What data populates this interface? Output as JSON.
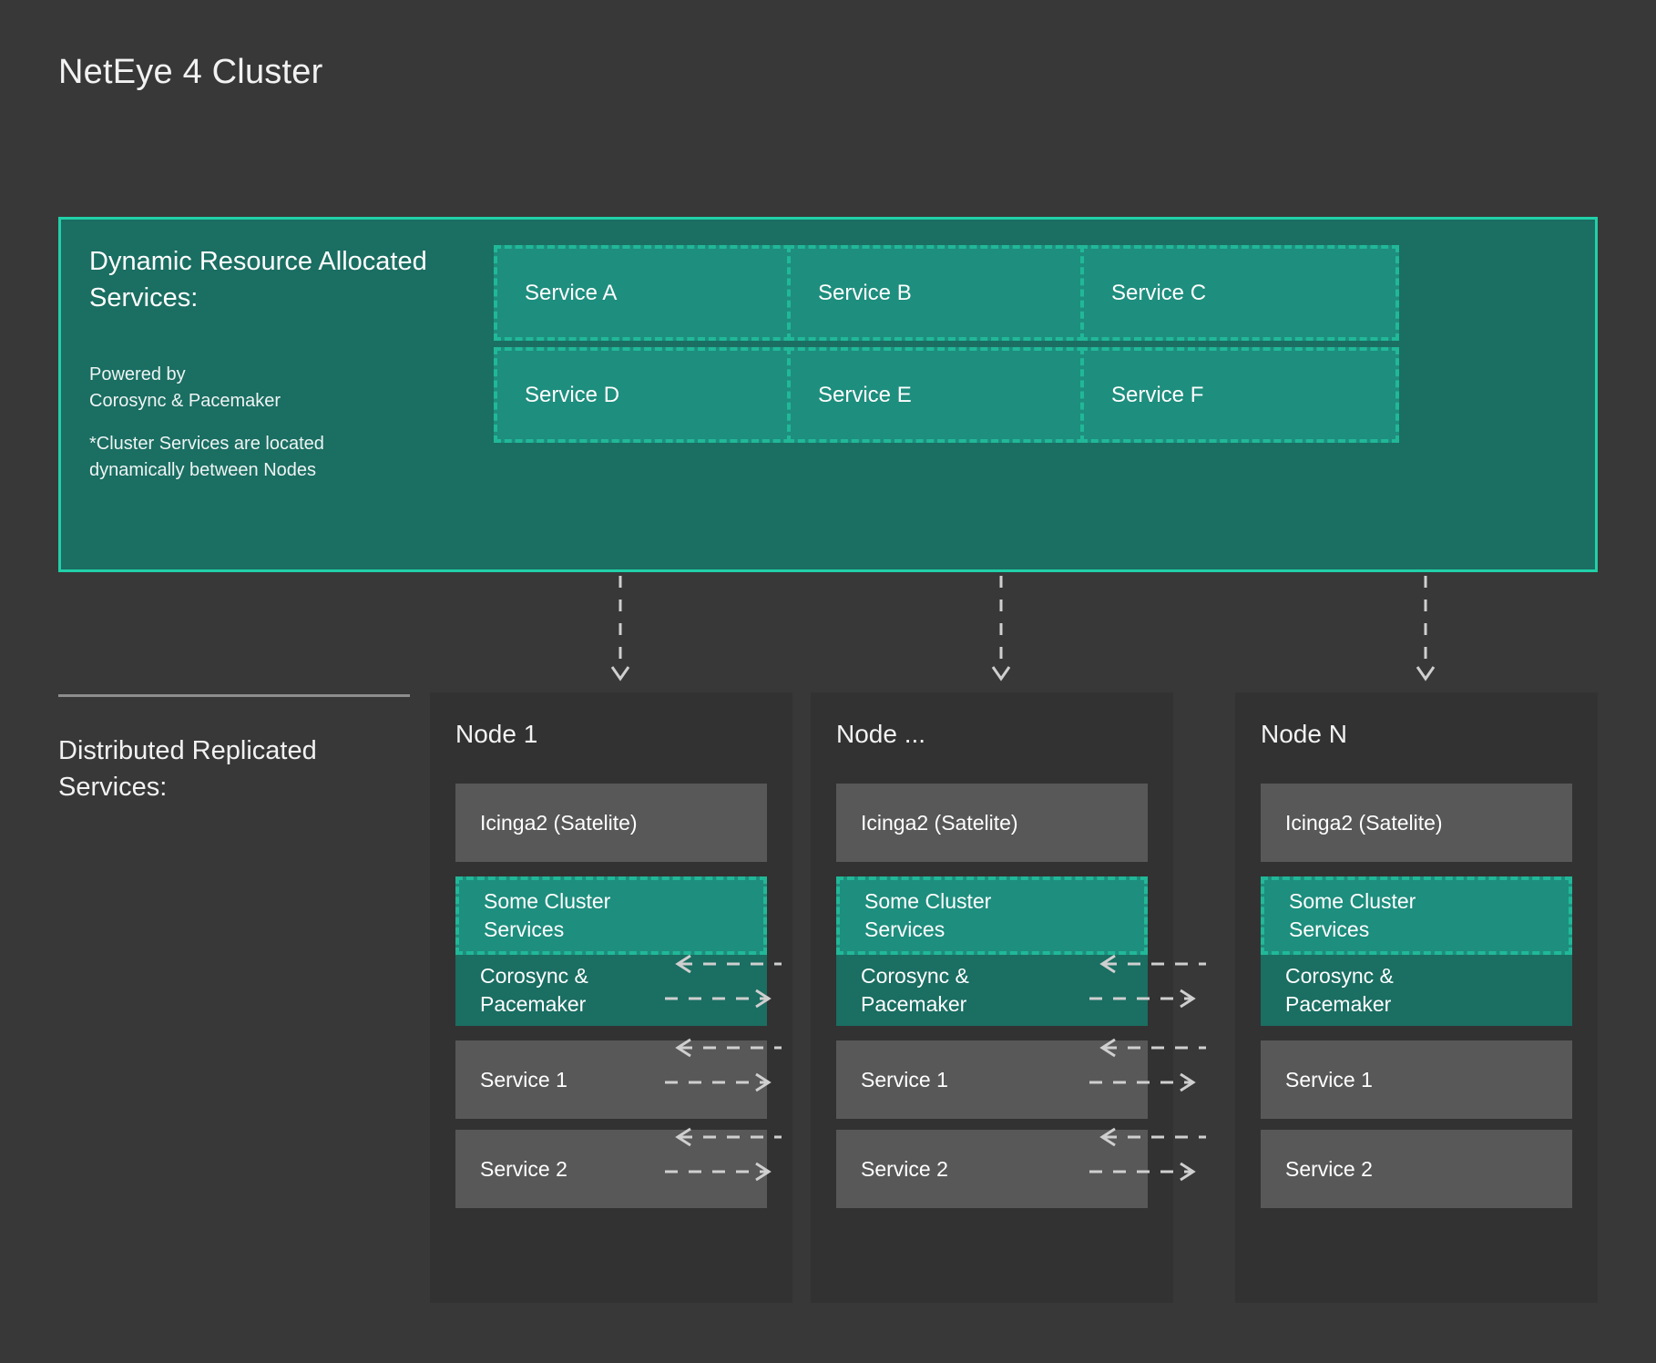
{
  "page": {
    "title": "NetEye 4 Cluster",
    "background_color": "#383838"
  },
  "colors": {
    "panel_fill": "#1a6e62",
    "panel_border": "#21d0a8",
    "service_fill": "#1e8e7e",
    "service_dash": "#21b898",
    "row_grey": "#585858",
    "node_panel": "#323232",
    "divider": "#8d8d8d",
    "text": "#ffffff",
    "arrow": "#cfcfcf"
  },
  "dynamic_panel": {
    "heading": "Dynamic Resource Allocated\nServices:",
    "powered_by": "Powered by\nCorosync & Pacemaker",
    "note": "*Cluster Services are located\ndynamically between Nodes",
    "services": [
      {
        "label": "Service A"
      },
      {
        "label": "Service B"
      },
      {
        "label": "Service C"
      },
      {
        "label": "Service D"
      },
      {
        "label": "Service E"
      },
      {
        "label": "Service F"
      }
    ]
  },
  "replicated_section": {
    "heading": "Distributed Replicated\nServices:"
  },
  "nodes": [
    {
      "title": "Node 1",
      "rows": [
        {
          "label": "Icinga2 (Satelite)",
          "style": "grey"
        },
        {
          "label": "Some Cluster\nServices",
          "style": "teal-dashed"
        },
        {
          "label": "Corosync &\nPacemaker",
          "style": "dark-teal"
        },
        {
          "label": "Service 1",
          "style": "grey"
        },
        {
          "label": "Service 2",
          "style": "grey"
        }
      ]
    },
    {
      "title": "Node ...",
      "rows": [
        {
          "label": "Icinga2 (Satelite)",
          "style": "grey"
        },
        {
          "label": "Some Cluster\nServices",
          "style": "teal-dashed"
        },
        {
          "label": "Corosync &\nPacemaker",
          "style": "dark-teal"
        },
        {
          "label": "Service 1",
          "style": "grey"
        },
        {
          "label": "Service 2",
          "style": "grey"
        }
      ]
    },
    {
      "title": "Node N",
      "rows": [
        {
          "label": "Icinga2 (Satelite)",
          "style": "grey"
        },
        {
          "label": "Some Cluster\nServices",
          "style": "teal-dashed"
        },
        {
          "label": "Corosync &\nPacemaker",
          "style": "dark-teal"
        },
        {
          "label": "Service 1",
          "style": "grey"
        },
        {
          "label": "Service 2",
          "style": "grey"
        }
      ]
    }
  ],
  "connectors": {
    "vertical_down_count": 3,
    "horizontal_pair_count": 6,
    "direction_note": "bidirectional dashed"
  }
}
